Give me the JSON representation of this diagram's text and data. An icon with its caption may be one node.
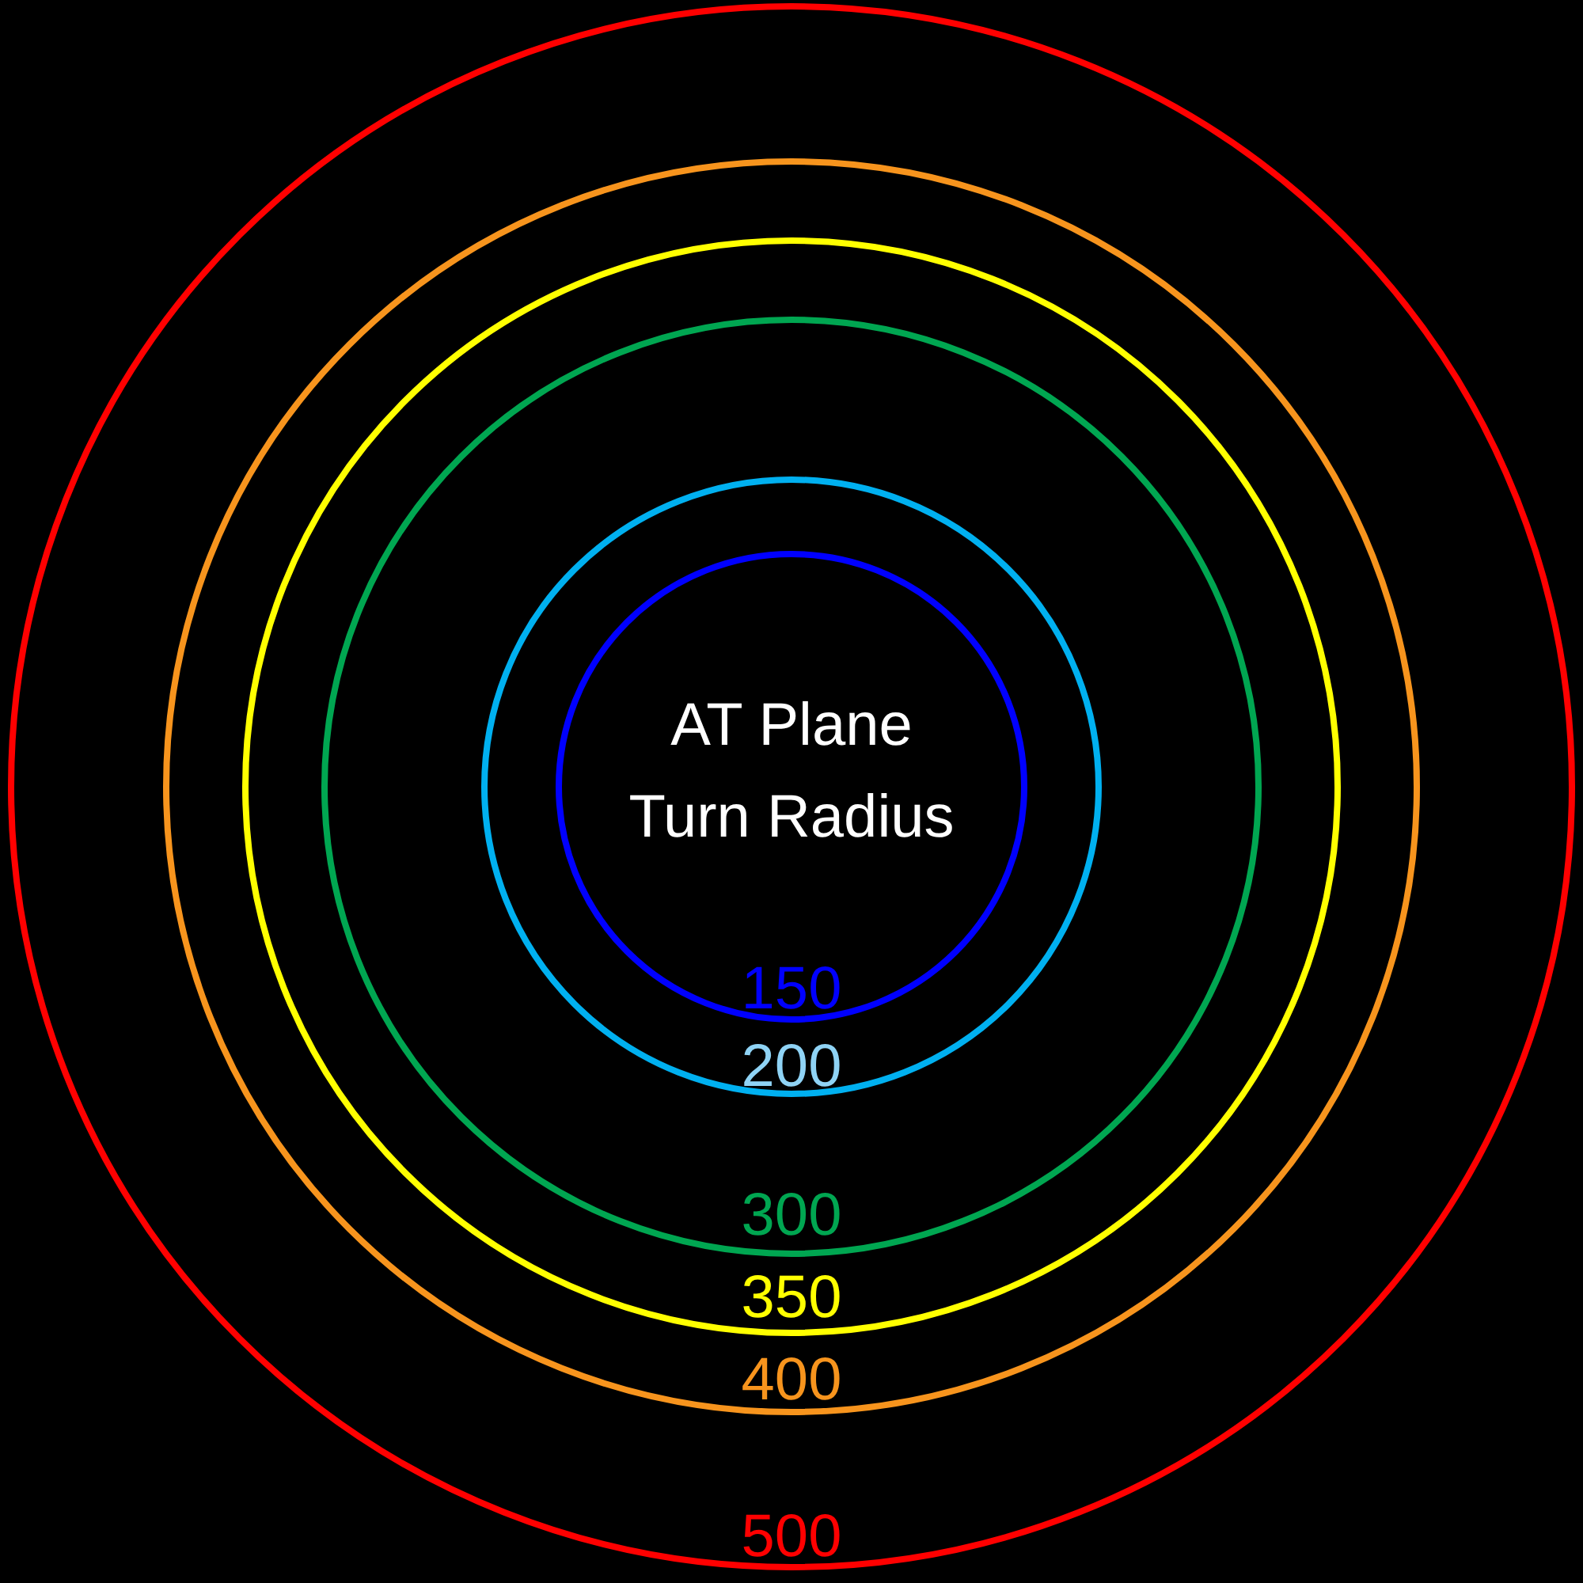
{
  "diagram": {
    "nodes": [
      {
        "text": [
          "500"
        ]
      },
      {
        "text": [
          "400"
        ],
        "in": 0
      },
      {
        "text": [
          "350"
        ],
        "in": 1
      },
      {
        "text": [
          "300"
        ],
        "in": 2
      },
      {
        "text": [
          "200"
        ],
        "in": 3
      },
      {
        "text": [
          "AT Plane Turn Radius",
          "150"
        ],
        "in": 4
      }
    ]
  }
}
